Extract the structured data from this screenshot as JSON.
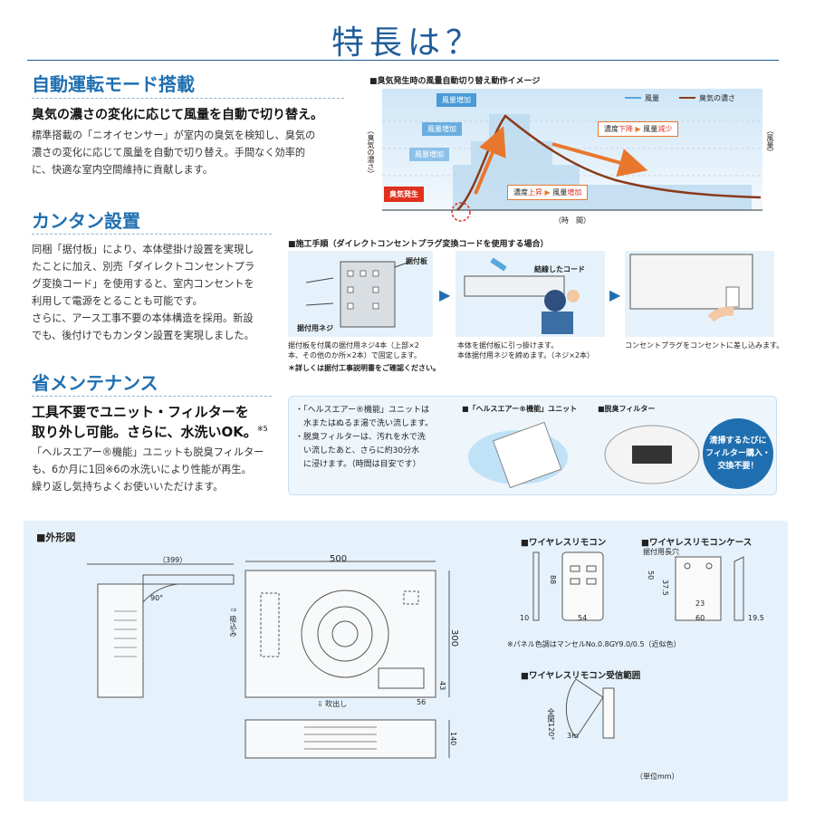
{
  "page": {
    "title": "特長は？"
  },
  "auto": {
    "heading": "自動運転モード搭載",
    "lead": "臭気の濃さの変化に応じて風量を自動で切り替え。",
    "lines": [
      "標準搭載の「ニオイセンサー」が室内の臭気を検知し、臭気の",
      "濃さの変化に応じて風量を自動で切り替え。手間なく効率的",
      "に、快適な室内空間維持に貢献します。"
    ]
  },
  "graph": {
    "title": "■臭気発生時の風量自動切り替え動作イメージ",
    "legend_flow": "風量",
    "legend_odor": "臭気の濃さ",
    "ylabel_left": "（臭気の濃さ）",
    "ylabel_right": "（風量）",
    "xlabel": "（時　間）",
    "step1": "風量増加",
    "step2": "風量増加",
    "step3": "風量増加",
    "event": "臭気発生",
    "down_a": "濃度",
    "down_b": "下降",
    "down_c": "風量",
    "down_d": "減少",
    "up_a": "濃度",
    "up_b": "上昇",
    "up_c": "風量",
    "up_d": "増加"
  },
  "easy": {
    "heading": "カンタン設置",
    "lines": [
      "同梱「据付板」により、本体壁掛け設置を実現し",
      "たことに加え、別売「ダイレクトコンセントプラ",
      "グ変換コード」を使用すると、室内コンセントを",
      "利用して電源をとることも可能です。",
      "さらに、アース工事不要の本体構造を採用。新設",
      "でも、後付けでもカンタン設置を実現しました。"
    ]
  },
  "steps": {
    "title": "■施工手順（ダイレクトコンセントプラグ変換コードを使用する場合）",
    "label_board": "据付板",
    "label_screw": "据付用ネジ",
    "label_cord": "結線したコード",
    "s1a": "据付板を付属の据付用ネジ4本（上部×2",
    "s1b": "本、その他のか所×2本）で固定します。",
    "s2a": "本体を据付板に引っ掛けます。",
    "s2b": "本体据付用ネジを締めます。（ネジ×2本）",
    "s3": "コンセントプラグをコンセントに差し込みます。",
    "note": "＊詳しくは据付工事説明書をご確認ください。"
  },
  "maint": {
    "heading": "省メンテナンス",
    "lead1": "工具不要でユニット・フィルターを",
    "lead2": "取り外し可能。さらに、水洗いOK。",
    "lead_sup": "※5",
    "lines": [
      "「ヘルスエアー®機能」ユニットも脱臭フィルター",
      "も、6か月に1回※6の水洗いにより性能が再生。",
      "繰り返し気持ちよくお使いいただけます。"
    ],
    "b1a": "・「ヘルスエアー®機能」ユニットは",
    "b1b": "　水またはぬるま湯で洗い流します。",
    "b2a": "・脱臭フィルターは、汚れを水で洗",
    "b2b": "　い流したあと、さらに約30分水",
    "b2c": "　に浸けます。（時間は目安です）",
    "unit_label": "■「ヘルスエアー®機能」ユニット",
    "filter_label": "■脱臭フィルター",
    "badge1": "清掃するたびに",
    "badge2": "フィルター購入・",
    "badge3": "交換不要！"
  },
  "dims": {
    "title": "■外形図",
    "d399": "（399）",
    "d500": "500",
    "d300": "300",
    "d90": "90°",
    "d43": "43",
    "d56": "56",
    "d140": "140",
    "intake": "⇧ 吸込み",
    "outlet": "⇩ 吹出し",
    "remote_title": "■ワイヤレスリモコン",
    "r88": "88",
    "r10": "10",
    "r54": "54",
    "case_title": "■ワイヤレスリモコンケース",
    "case_sub": "据付用長穴",
    "c50": "50",
    "c375": "37.5",
    "c23": "23",
    "c60": "60",
    "c195": "19.5",
    "panel_note": "※パネル色調はマンセルNo.0.8GY9.0/0.5（近似色）",
    "range_title": "■ワイヤレスリモコン受信範囲",
    "range_angle": "全間120°",
    "range_dist": "3m",
    "unit": "（単位mm）"
  },
  "colors": {
    "brand_blue": "#1f6fb0",
    "accent_red": "#e0301e",
    "accent_orange": "#e8772e",
    "panel_blue": "#e6f2fb"
  }
}
